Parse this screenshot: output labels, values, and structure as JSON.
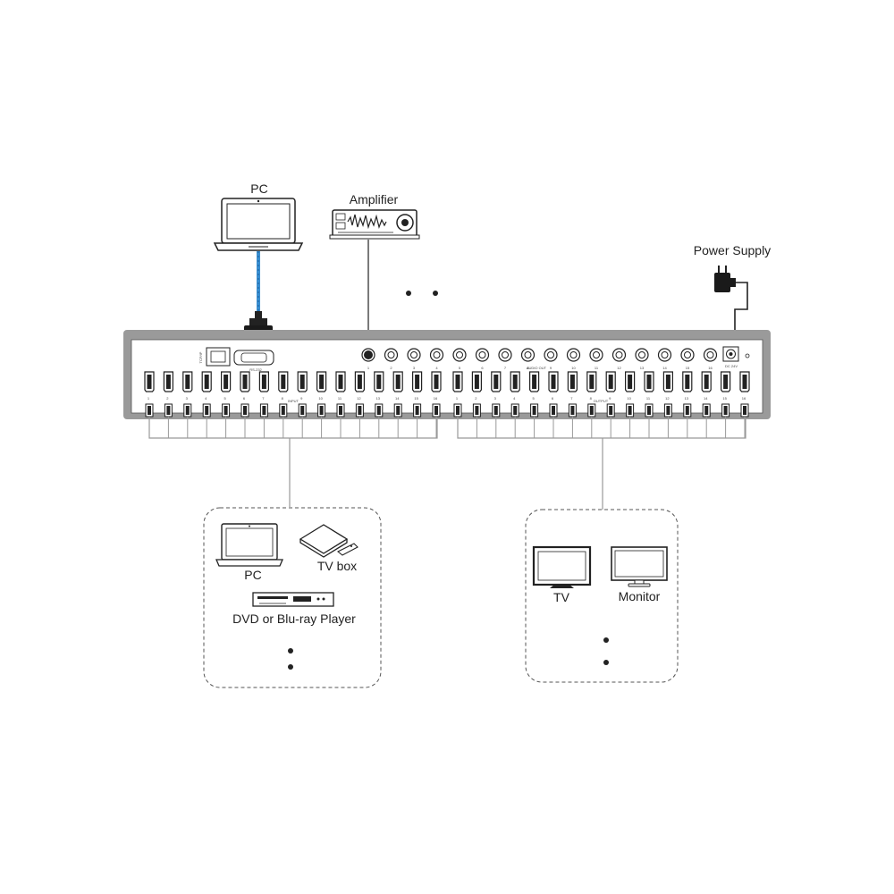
{
  "labels": {
    "pc_top": "PC",
    "amplifier": "Amplifier",
    "power_supply": "Power Supply",
    "pc_source": "PC",
    "tv_box": "TV box",
    "dvd": "DVD or Blu-ray Player",
    "tv": "TV",
    "monitor": "Monitor"
  },
  "panel": {
    "tcp_ip": "TCP/IP",
    "rs232": "RS-232",
    "audio_out": "AUDIO OUT",
    "input": "INPUT",
    "output": "OUTPUT",
    "dc": "DC 24V",
    "input_numbers": [
      "1",
      "2",
      "3",
      "4",
      "5",
      "6",
      "7",
      "8",
      "9",
      "10",
      "11",
      "12",
      "13",
      "14",
      "15",
      "16"
    ],
    "output_numbers": [
      "1",
      "2",
      "3",
      "4",
      "5",
      "6",
      "7",
      "8",
      "9",
      "10",
      "11",
      "12",
      "13",
      "14",
      "15",
      "16"
    ],
    "audio_numbers": [
      "1",
      "2",
      "3",
      "4",
      "5",
      "6",
      "7",
      "8",
      "9",
      "10",
      "11",
      "12",
      "13",
      "14",
      "15",
      "16"
    ]
  },
  "colors": {
    "cable_blue": "#3a8fd1",
    "panel_gray": "#9a9a9a",
    "line": "#222222"
  },
  "icons": [
    "laptop-icon",
    "amplifier-icon",
    "power-adapter-icon",
    "tv-box-icon",
    "dvd-player-icon",
    "tv-icon",
    "monitor-icon",
    "db9-connector-icon",
    "hdmi-port-icon",
    "rca-jack-icon"
  ]
}
